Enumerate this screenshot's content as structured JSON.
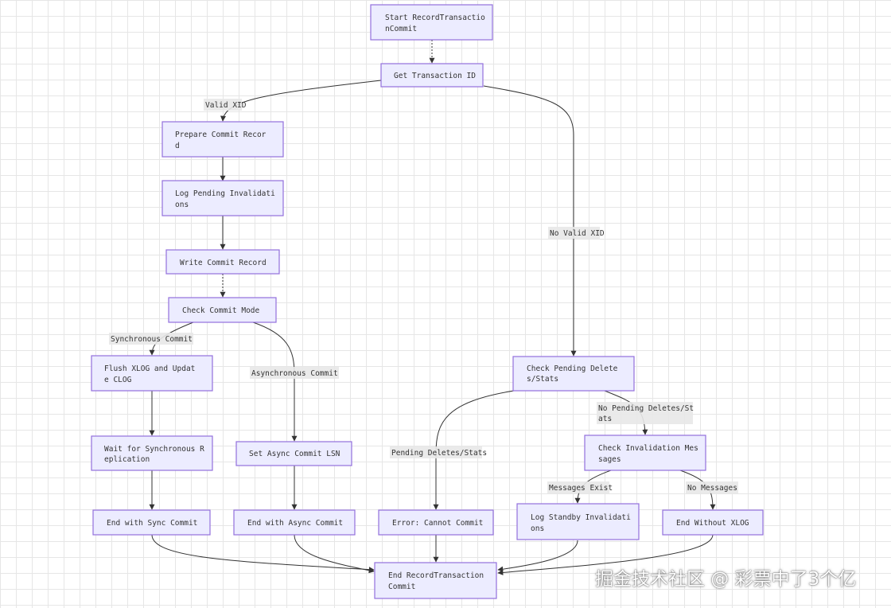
{
  "flowchart": {
    "nodes": {
      "start": [
        "Start  RecordTransactio",
        "nCommit"
      ],
      "get_xid": [
        "Get Transaction ID"
      ],
      "prepare": [
        "Prepare  Commit  Recor",
        "d"
      ],
      "log_pending": [
        "Log  Pending  Invalidati",
        "ons"
      ],
      "write_commit": [
        "Write Commit Record"
      ],
      "check_mode": [
        "Check Commit Mode"
      ],
      "flush_xlog": [
        "Flush  XLOG  and  Updat",
        "e CLOG"
      ],
      "wait_sync": [
        "Wait for Synchronous R",
        "eplication"
      ],
      "end_sync": [
        "End with Sync Commit"
      ],
      "set_async": [
        "Set Async Commit LSN"
      ],
      "end_async": [
        "End with Async Commit"
      ],
      "check_deletes": [
        "Check   Pending   Delete",
        "s/Stats"
      ],
      "error": [
        "Error: Cannot Commit"
      ],
      "check_inval": [
        "Check Invalidation Mes",
        "sages"
      ],
      "log_standby": [
        "Log  Standby  Invalidati",
        "ons"
      ],
      "end_no_xlog": [
        "End Without XLOG"
      ],
      "end": [
        "End  RecordTransaction",
        "Commit"
      ]
    },
    "edge_labels": {
      "valid_xid": [
        "Valid XID"
      ],
      "no_valid_xid": [
        "No Valid XID"
      ],
      "sync": [
        "Synchronous Commit"
      ],
      "async": [
        "Asynchronous Commit"
      ],
      "pending": [
        "Pending Deletes/Stats"
      ],
      "no_pending": [
        "No Pending Deletes/St",
        "ats"
      ],
      "msgs_exist": [
        "Messages Exist"
      ],
      "no_msgs": [
        "No Messages"
      ]
    }
  },
  "watermark": "掘金技术社区 @ 彩票中了3个亿"
}
